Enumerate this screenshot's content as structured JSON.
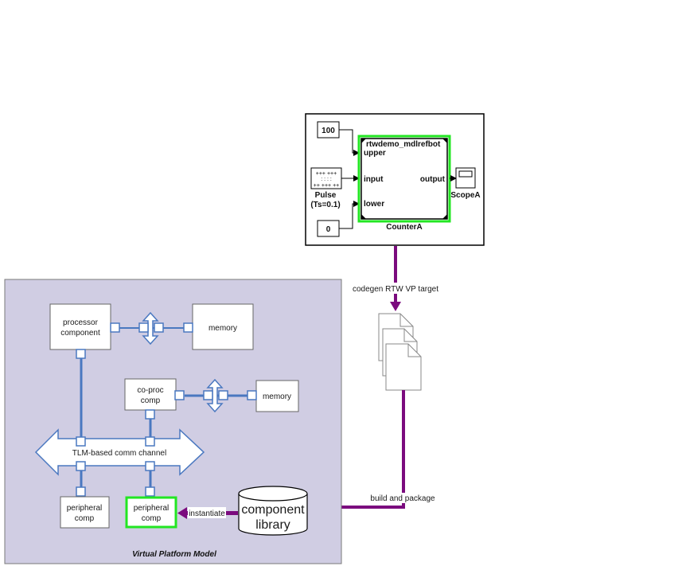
{
  "colors": {
    "panel_bg": "#D0CDE3",
    "panel_border": "#7a7a7a",
    "bus_blue": "#4A78C0",
    "flow_purple": "#7B0B7E",
    "highlight_green": "#22E622"
  },
  "simulink": {
    "const_upper": "100",
    "const_lower": "0",
    "pulse_label_1": "Pulse",
    "pulse_label_2": "(Ts=0.1)",
    "model_ref_name": "rtwdemo_mdlrefbot",
    "port_upper": "upper",
    "port_input": "input",
    "port_lower": "lower",
    "port_output": "output",
    "block_name": "CounterA",
    "scope_name": "ScopeA"
  },
  "flow": {
    "codegen_label": "codegen RTW VP target",
    "build_label": "build and package",
    "instantiate_label": "instantiate"
  },
  "library": {
    "line1": "component",
    "line2": "library"
  },
  "vp": {
    "title": "Virtual Platform Model",
    "processor_line1": "processor",
    "processor_line2": "component",
    "memory1": "memory",
    "coproc_line1": "co-proc",
    "coproc_line2": "comp",
    "memory2": "memory",
    "channel_label": "TLM-based comm channel",
    "periph1_line1": "peripheral",
    "periph1_line2": "comp",
    "periph2_line1": "peripheral",
    "periph2_line2": "comp"
  }
}
